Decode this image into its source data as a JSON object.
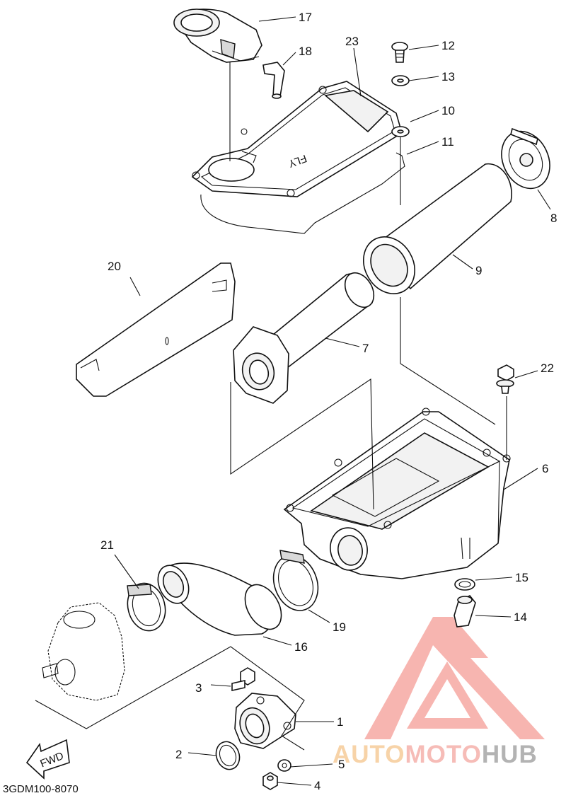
{
  "diagram": {
    "code": "3GDM100-8070",
    "fwd_label": "FWD",
    "labels": [
      "1",
      "2",
      "3",
      "4",
      "5",
      "6",
      "7",
      "8",
      "9",
      "10",
      "11",
      "12",
      "13",
      "14",
      "15",
      "16",
      "17",
      "18",
      "19",
      "20",
      "21",
      "22",
      "23"
    ],
    "cover_marking": "FLY"
  },
  "watermark": {
    "part1": "AUTO",
    "part2": "MOTO",
    "part3": "HUB",
    "color_auto": "#f5c58c",
    "color_moto": "#f4a6a0",
    "color_hub": "#9a9a9a",
    "logo_color": "#f27a70"
  }
}
